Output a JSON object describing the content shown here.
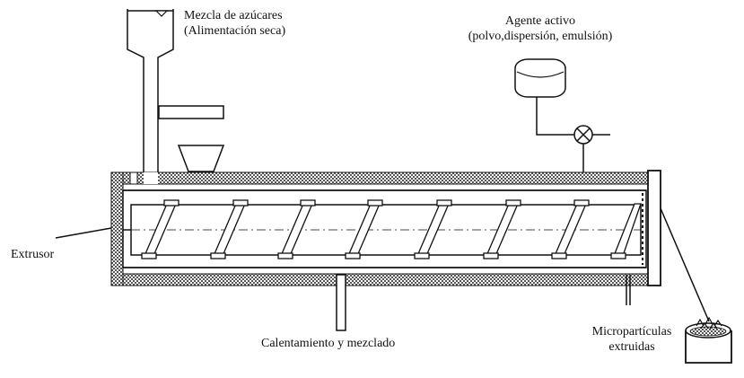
{
  "labels": {
    "feed_line1": "Mezcla de azúcares",
    "feed_line2": "(Alimentación seca)",
    "agent_line1": "Agente activo",
    "agent_line2": "(polvo,dispersión, emulsión)",
    "extruder": "Extrusor",
    "heating": "Calentamiento y mezclado",
    "output_line1": "Micropartículas",
    "output_line2": "extruidas"
  },
  "colors": {
    "line": "#111111",
    "hatch": "#555555",
    "background": "#ffffff"
  }
}
